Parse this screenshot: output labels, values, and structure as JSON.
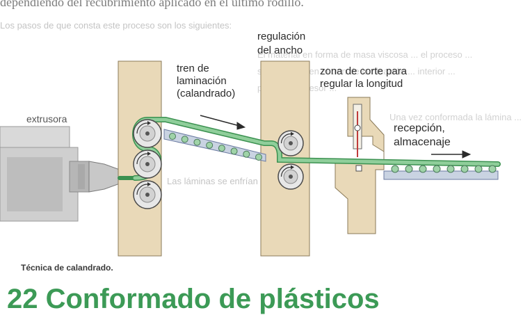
{
  "figure": {
    "top_text": "dependiendo del recubrimiento aplicado en el último rodillo.",
    "background_text": [
      "Los pasos de que consta este proceso son los siguientes:",
      "El material en forma de masa viscosa ... el proceso ...",
      "se introduce en el tren de laminación ... interior ...",
      "ponde el espesor ...",
      "Una vez conformada la lámina ...",
      "Las láminas se enfrían y se extraen"
    ],
    "labels": {
      "extruder": "extrusora",
      "calender_train": [
        "tren de",
        "laminación",
        "(calandrado)"
      ],
      "width_regulation": [
        "regulación",
        "del ancho"
      ],
      "cut_zone": [
        "zona de corte para",
        "regular la longitud"
      ],
      "reception": [
        "recepción,",
        "almacenaje"
      ]
    },
    "caption": "Técnica de calandrado.",
    "bottom_heading_fragment": "22 Conformado de plásticos"
  },
  "colors": {
    "frame": "#e9d9b8",
    "frame_stroke": "#8a7a58",
    "sheet": "#8fce9a",
    "sheet_stroke": "#3b9150",
    "roller": "#e7e7e7",
    "roller_stroke": "#4a4a4a",
    "conveyor": "#c9d3e2",
    "text": "#2b2b2b",
    "accent_green": "#3c9a56"
  }
}
